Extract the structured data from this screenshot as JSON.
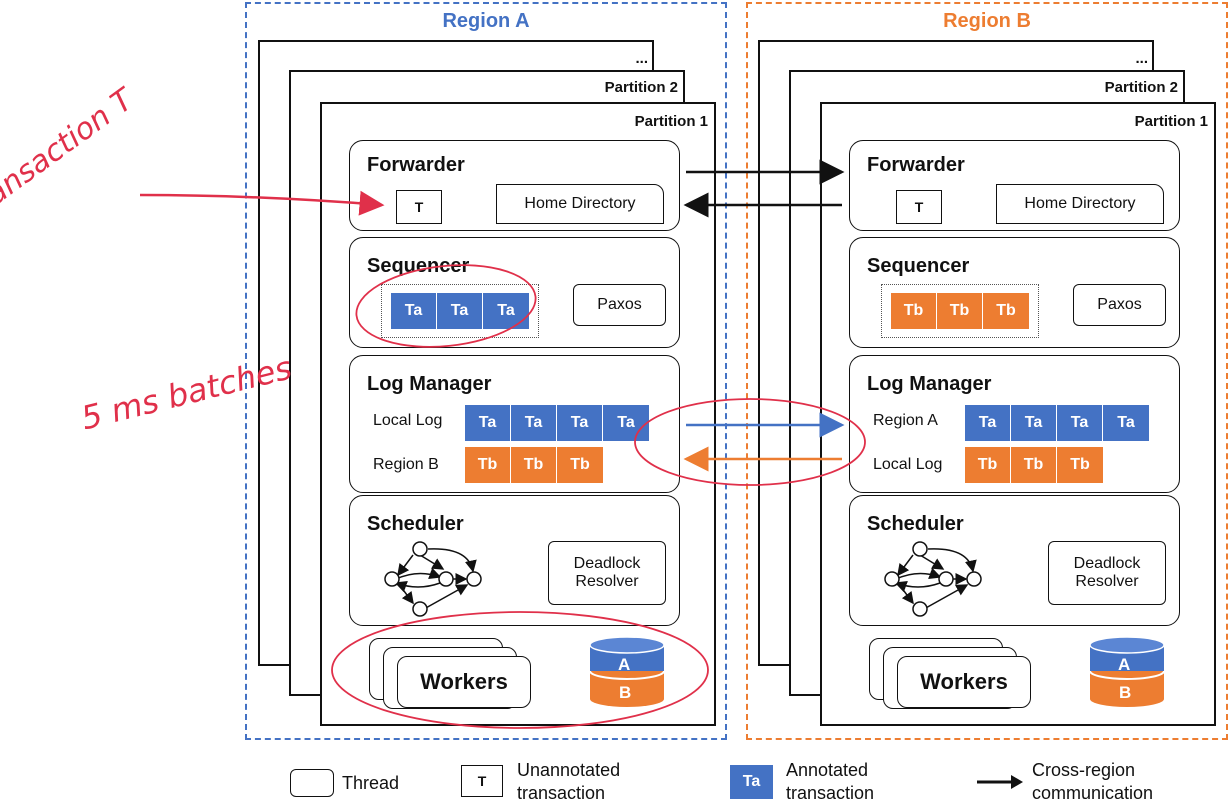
{
  "regions": [
    {
      "title": "Region A",
      "color": "#4472c4",
      "partition_labels": [
        "...",
        "Partition 2",
        "Partition 1"
      ],
      "forwarder": {
        "title": "Forwarder",
        "txn": "T",
        "home_directory": "Home Directory"
      },
      "sequencer": {
        "title": "Sequencer",
        "batch": [
          "Ta",
          "Ta",
          "Ta"
        ],
        "paxos": "Paxos"
      },
      "log_manager": {
        "title": "Log Manager",
        "row1": {
          "label": "Local Log",
          "cells": [
            "Ta",
            "Ta",
            "Ta",
            "Ta"
          ]
        },
        "row2": {
          "label": "Region B",
          "cells": [
            "Tb",
            "Tb",
            "Tb"
          ]
        }
      },
      "scheduler": {
        "title": "Scheduler",
        "deadlock_line1": "Deadlock",
        "deadlock_line2": "Resolver"
      },
      "workers": "Workers",
      "storage": {
        "top": "A",
        "bottom": "B"
      }
    },
    {
      "title": "Region B",
      "color": "#ed7d31",
      "partition_labels": [
        "...",
        "Partition 2",
        "Partition 1"
      ],
      "forwarder": {
        "title": "Forwarder",
        "txn": "T",
        "home_directory": "Home Directory"
      },
      "sequencer": {
        "title": "Sequencer",
        "batch": [
          "Tb",
          "Tb",
          "Tb"
        ],
        "paxos": "Paxos"
      },
      "log_manager": {
        "title": "Log Manager",
        "row1": {
          "label": "Region A",
          "cells": [
            "Ta",
            "Ta",
            "Ta",
            "Ta"
          ]
        },
        "row2": {
          "label": "Local Log",
          "cells": [
            "Tb",
            "Tb",
            "Tb"
          ]
        }
      },
      "scheduler": {
        "title": "Scheduler",
        "deadlock_line1": "Deadlock",
        "deadlock_line2": "Resolver"
      },
      "workers": "Workers",
      "storage": {
        "top": "A",
        "bottom": "B"
      }
    }
  ],
  "annotations": {
    "transaction": "transaction T",
    "batches": "5 ms batches",
    "color": "#e0304a"
  },
  "legend": {
    "thread": "Thread",
    "unannotated_symbol": "T",
    "unannotated_line1": "Unannotated",
    "unannotated_line2": "transaction",
    "annotated_symbol": "Ta",
    "annotated_line1": "Annotated",
    "annotated_line2": "transaction",
    "cross_line1": "Cross-region",
    "cross_line2": "communication"
  },
  "colors": {
    "region_a": "#4472c4",
    "region_b": "#ed7d31",
    "ink": "#111111"
  }
}
